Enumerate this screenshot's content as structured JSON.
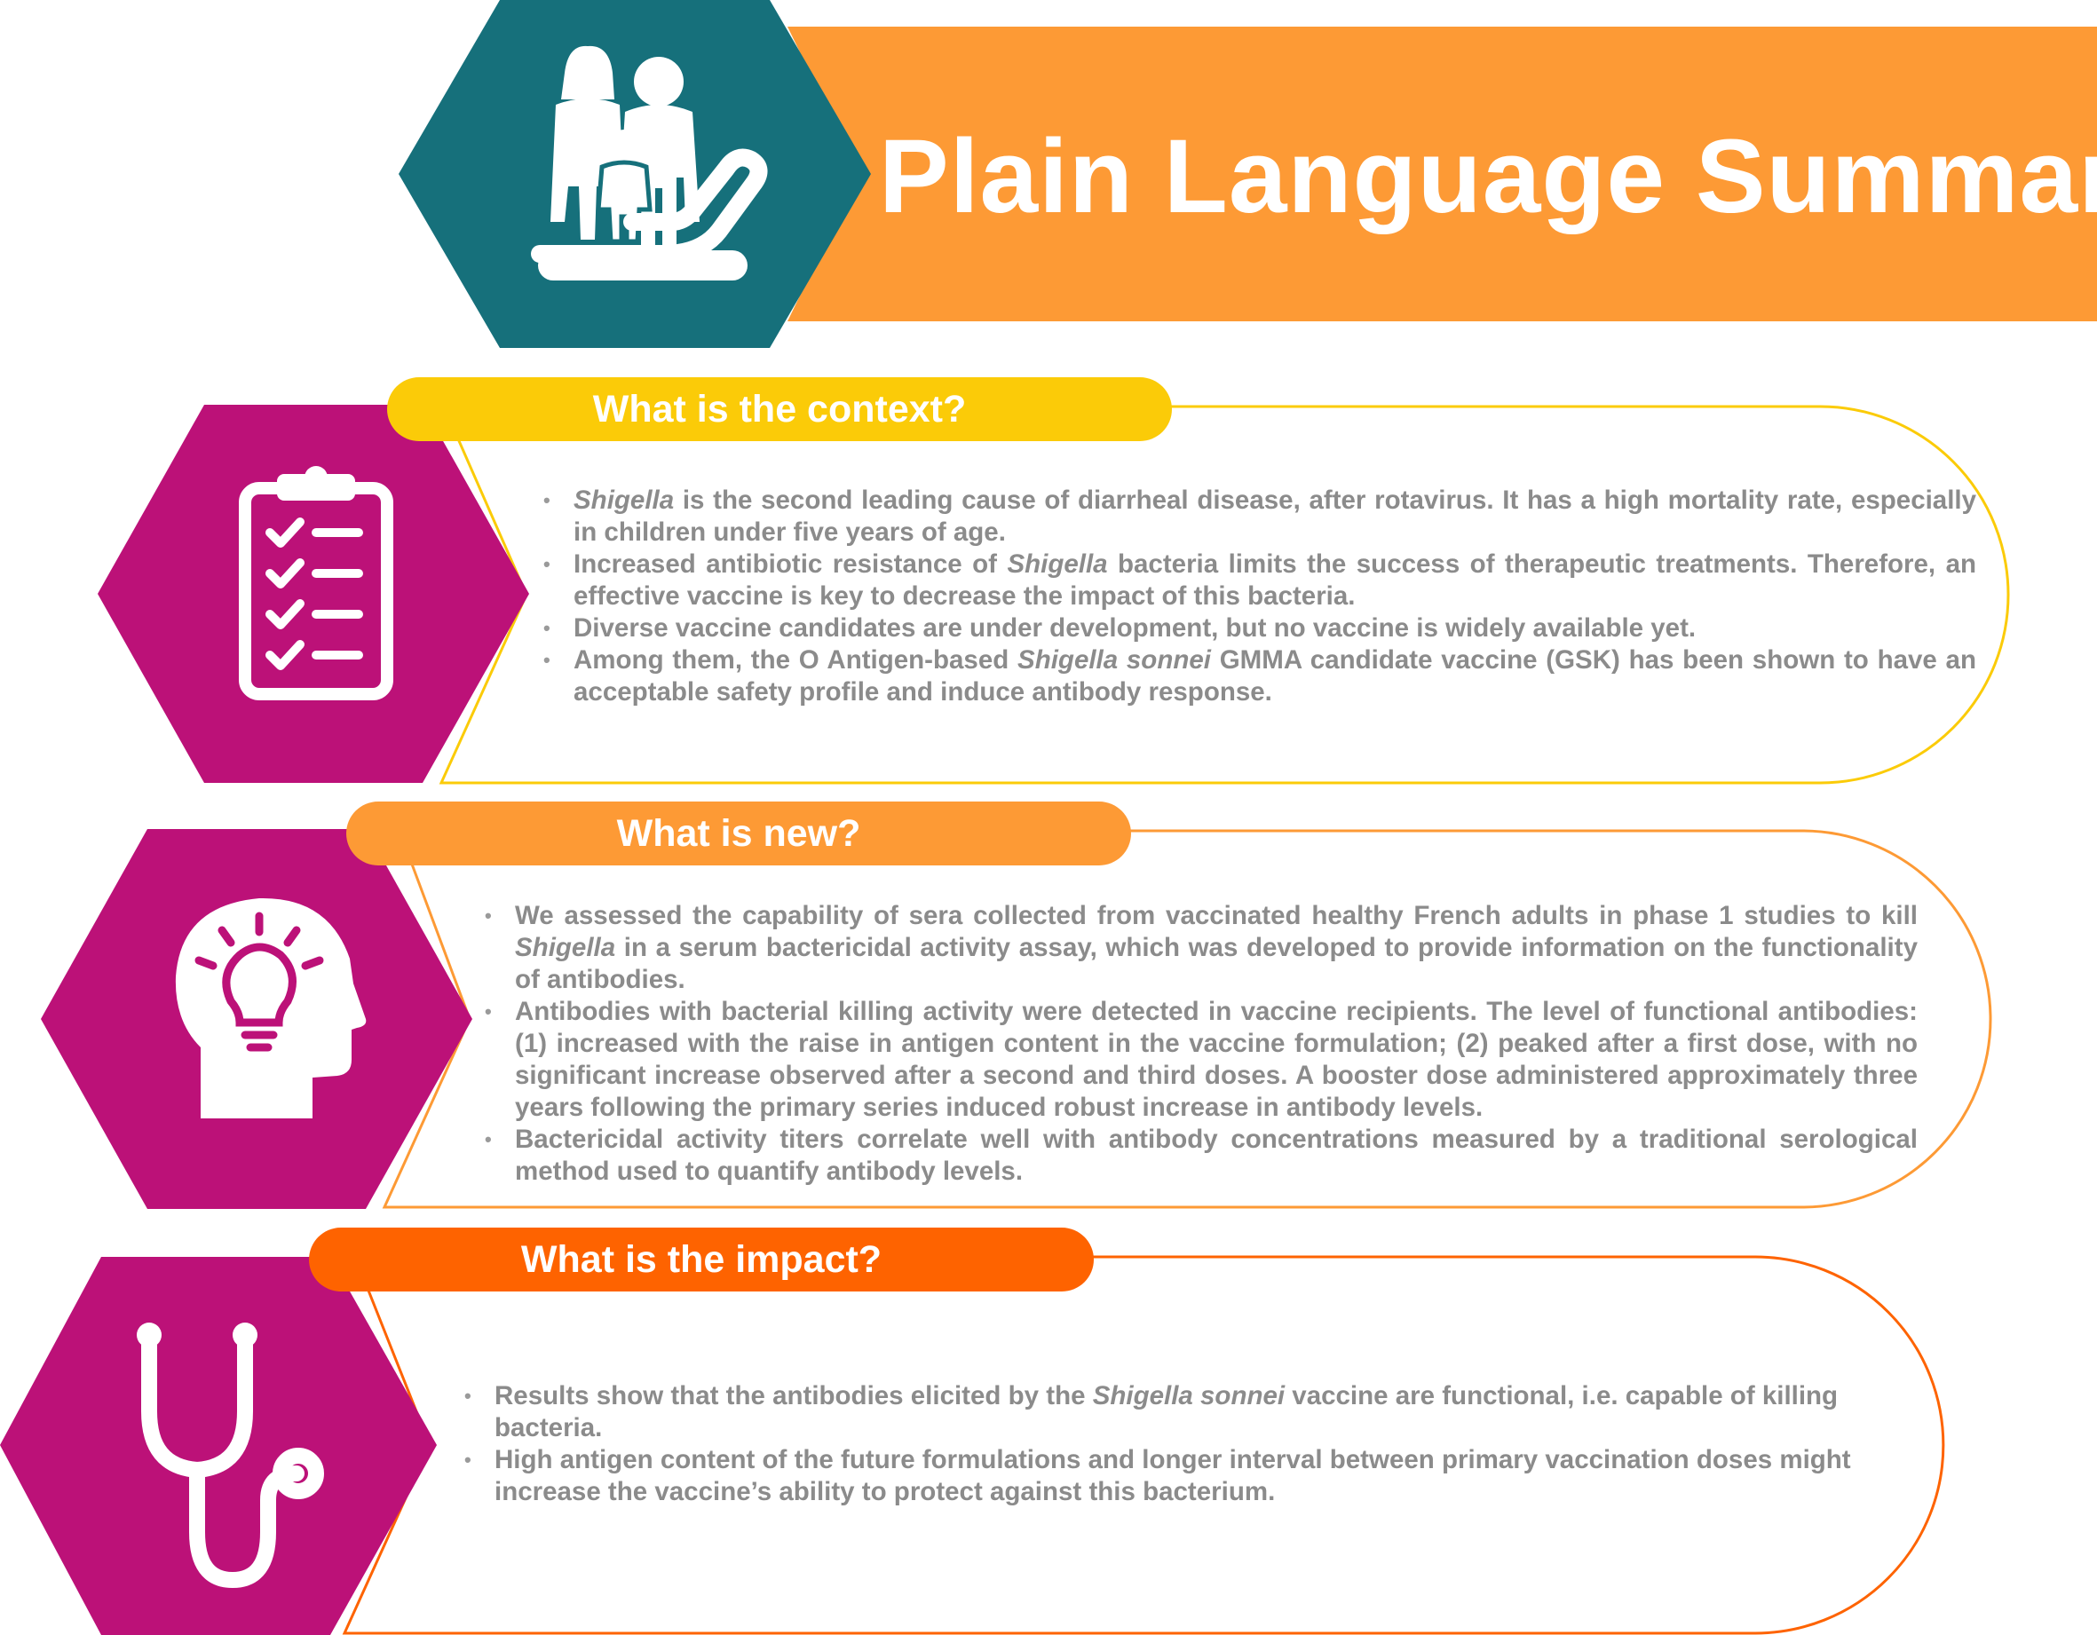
{
  "title": "Plain Language Summary",
  "colors": {
    "teal": "#16707b",
    "orange_banner": "#fd9a35",
    "magenta": "#bc1178",
    "yellow": "#fbcb08",
    "orange": "#fd9a35",
    "dark_orange": "#fe6300",
    "body_text": "#8b8b8b"
  },
  "header_icon": "family-care-hand-icon",
  "sections": {
    "context": {
      "heading": "What is the context?",
      "icon": "checklist-clipboard-icon",
      "bullets": [
        {
          "a": "Shigella",
          "b": " is the second leading cause of diarrheal disease, after rotavirus. It has a high mortality rate, especially in children under five years of age."
        },
        {
          "a": "Increased antibiotic resistance of ",
          "b": "Shigella",
          "c": " bacteria limits the success of therapeutic treatments. Therefore, an effective vaccine is key to decrease the impact of this bacteria."
        },
        {
          "a": "Diverse vaccine candidates are under development, but no vaccine is widely available yet."
        },
        {
          "a": "Among them, the O Antigen-based ",
          "b": "Shigella sonnei",
          "c": " GMMA candidate vaccine (GSK) has been shown to have an acceptable safety profile and induce antibody response."
        }
      ]
    },
    "new": {
      "heading": "What is new?",
      "icon": "lightbulb-head-icon",
      "bullets": [
        {
          "a": "We assessed the capability of sera collected from vaccinated healthy French adults in phase 1 studies to kill ",
          "b": "Shigella",
          "c": " in a serum bactericidal activity assay, which was developed to provide information on the functionality of antibodies."
        },
        {
          "a": "Antibodies with bacterial killing activity were detected in vaccine recipients. The level of functional antibodies: (1) increased with the raise in antigen content in the vaccine formulation; (2) peaked after a first dose, with no significant increase observed after a second and third doses. A booster dose administered approximately three years following the primary series induced robust increase in antibody levels."
        },
        {
          "a": "Bactericidal activity titers correlate well with antibody concentrations measured by a traditional serological method used to quantify antibody levels."
        }
      ]
    },
    "impact": {
      "heading": "What is the impact?",
      "icon": "stethoscope-icon",
      "bullets": [
        {
          "a": "Results show that the antibodies elicited by the ",
          "b": "Shigella sonnei",
          "c": " vaccine are functional, i.e. capable of killing bacteria."
        },
        {
          "a": "High antigen content of the future formulations and longer interval between primary vaccination doses might increase the vaccine’s ability to protect against this bacterium."
        }
      ]
    }
  }
}
